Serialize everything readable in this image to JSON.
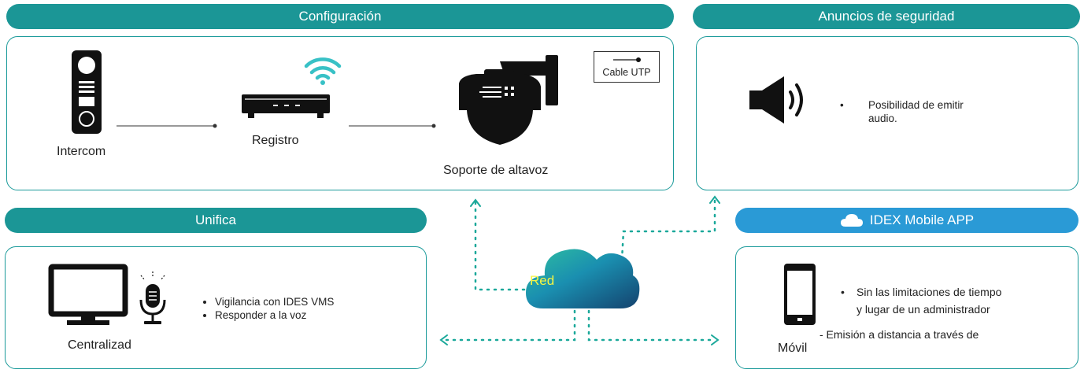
{
  "configuracion": {
    "title": "Configuración",
    "devices": {
      "intercom": "Intercom",
      "registro": "Registro",
      "soporte": "Soporte de altavoz"
    },
    "legend": "Cable UTP"
  },
  "anuncios": {
    "title": "Anuncios de seguridad",
    "bullet_line1": "Posibilidad de emitir",
    "bullet_line2": "audio."
  },
  "unifica": {
    "title": "Unifica",
    "device": "Centralizad",
    "bullets": [
      "Vigilancia con IDES VMS",
      "Responder a la voz"
    ]
  },
  "idex": {
    "title": "IDEX Mobile APP",
    "device": "Móvil",
    "bullet_line1": "Sin las limitaciones de tiempo",
    "bullet_line2": "y lugar de un administrador",
    "note": "- Emisión a distancia a través de"
  },
  "network": {
    "label": "Red"
  },
  "colors": {
    "teal": "#1b9696",
    "blue": "#2a9ad6",
    "dotted": "#1aa89a"
  }
}
